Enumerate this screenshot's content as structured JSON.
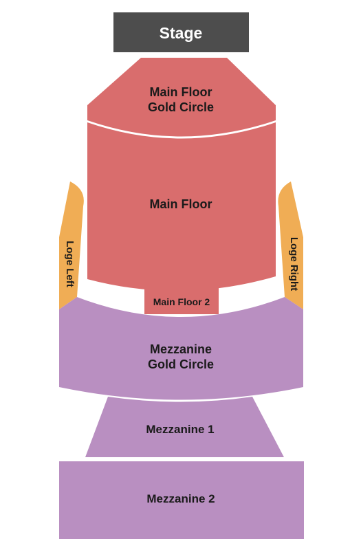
{
  "stage": {
    "label": "Stage"
  },
  "sections": {
    "main_floor_gold_circle": {
      "line1": "Main Floor",
      "line2": "Gold Circle"
    },
    "main_floor": {
      "label": "Main Floor"
    },
    "main_floor_2": {
      "label": "Main Floor 2"
    },
    "loge_left": {
      "label": "Loge Left"
    },
    "loge_right": {
      "label": "Loge Right"
    },
    "mezzanine_gold_circle": {
      "line1": "Mezzanine",
      "line2": "Gold Circle"
    },
    "mezzanine_1": {
      "label": "Mezzanine 1"
    },
    "mezzanine_2": {
      "label": "Mezzanine 2"
    }
  },
  "colors": {
    "stage": "#4d4d4d",
    "floor": "#d96d6d",
    "loge": "#f0ad55",
    "mezzanine": "#b98fc1"
  }
}
